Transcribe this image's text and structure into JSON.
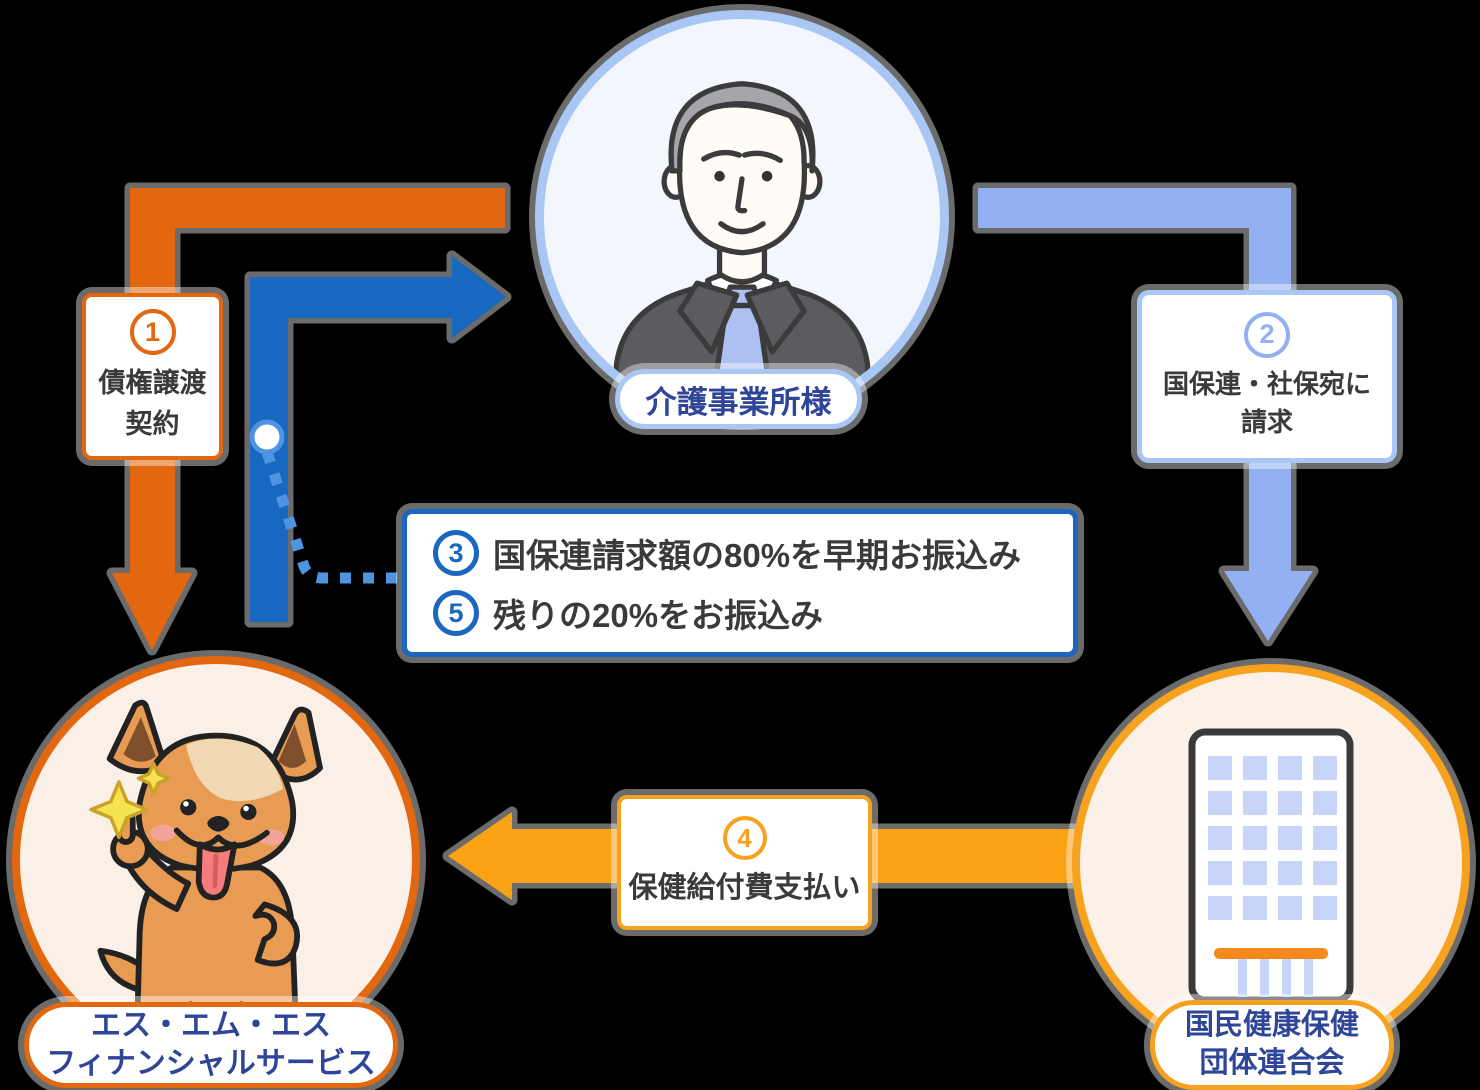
{
  "actors": {
    "care_office": {
      "label": "介護事業所様",
      "icon": "businessman-illustration"
    },
    "sms_financial": {
      "label_line1": "エス・エム・エス",
      "label_line2": "フィナンシャルサービス",
      "icon": "dog-mascot-illustration"
    },
    "kokuhoren": {
      "label_line1": "国民健康保健",
      "label_line2": "団体連合会",
      "icon": "office-building-icon"
    }
  },
  "steps": {
    "step1": {
      "number": "1",
      "line1": "債権譲渡",
      "line2": "契約"
    },
    "step2": {
      "number": "2",
      "line1": "国保連・社保宛に",
      "line2": "請求"
    },
    "step3": {
      "number": "3",
      "text": "国保連請求額の80%を早期お振込み"
    },
    "step4": {
      "number": "4",
      "text": "保健給付費支払い"
    },
    "step5": {
      "number": "5",
      "text": "残りの20%をお振込み"
    }
  },
  "colors": {
    "orange_arrow": "#E2670E",
    "blue_arrow": "#1668C1",
    "periwinkle_arrow": "#93B1F2",
    "amber_arrow": "#FBA214",
    "deep_blue_border": "#1B67C0",
    "dotted_connector": "#4E94E0",
    "navy_label_text": "#2E4598",
    "dark_text": "#3A3A3A"
  }
}
